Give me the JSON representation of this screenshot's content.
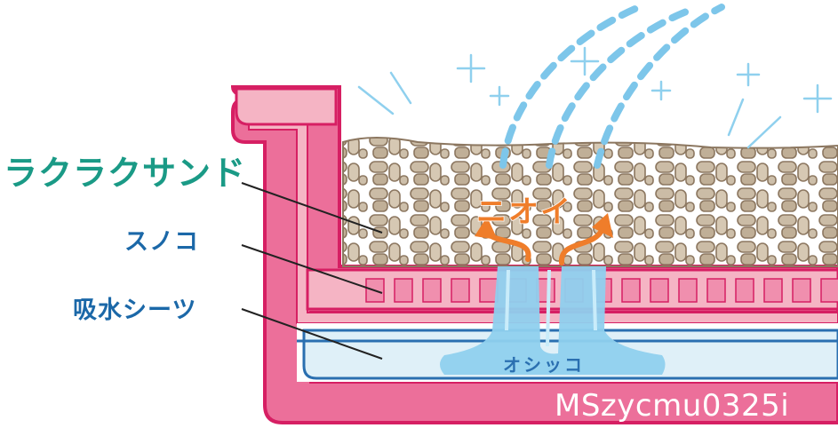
{
  "labels": {
    "sand": "ラクラクサンド",
    "sunoko": "スノコ",
    "sheet": "吸水シーツ",
    "odor": "ニオイ",
    "urine": "オシッコ"
  },
  "watermark": "MSzycmu0325i",
  "colors": {
    "tray_pink": "#e0306f",
    "tray_light_pink": "#f5b4c4",
    "sand_fill": "#c8b8a2",
    "sand_outline": "#8c7760",
    "urine_blue": "#8fd0ee",
    "sheet_blue": "#dff0f8",
    "odor_orange": "#ef7d2a",
    "sand_label": "#1a9a86",
    "layer_label": "#1b68a8"
  },
  "icons": [
    "sparkle-icon",
    "odor-arrow-left-icon",
    "odor-arrow-right-icon"
  ]
}
